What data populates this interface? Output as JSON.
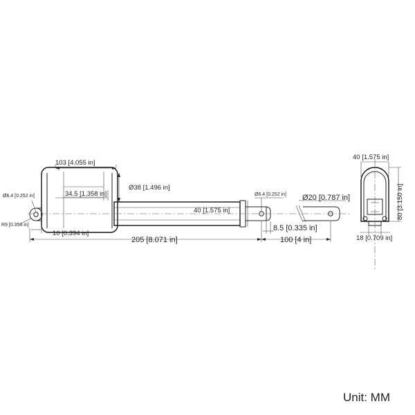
{
  "dimensions": {
    "pin_diameter_left": "Ø6.4 [0.252 in]",
    "radius": "R9 [0.354 in]",
    "motor_length": "103 [4.055 in]",
    "offset_34_5": "34.5 [1.358 in]",
    "tube_diameter": "Ø38 [1.496 in]",
    "tube_height": "40 [1.575 in]",
    "offset_10": "10 [0.394 in]",
    "retracted_length": "205 [8.071 in]",
    "pin_diameter_right": "Ø6.4 [0.252 in]",
    "rod_diameter": "Ø20 [0.787 in]",
    "rod_end_offset": "8.5 [0.335 in]",
    "stroke": "100 [4 in]",
    "end_width": "40 [1.575 in]",
    "end_height": "80 [3.150 in]",
    "slot_width": "18 [0.709 in]"
  },
  "unit_label": "Unit:  MM"
}
